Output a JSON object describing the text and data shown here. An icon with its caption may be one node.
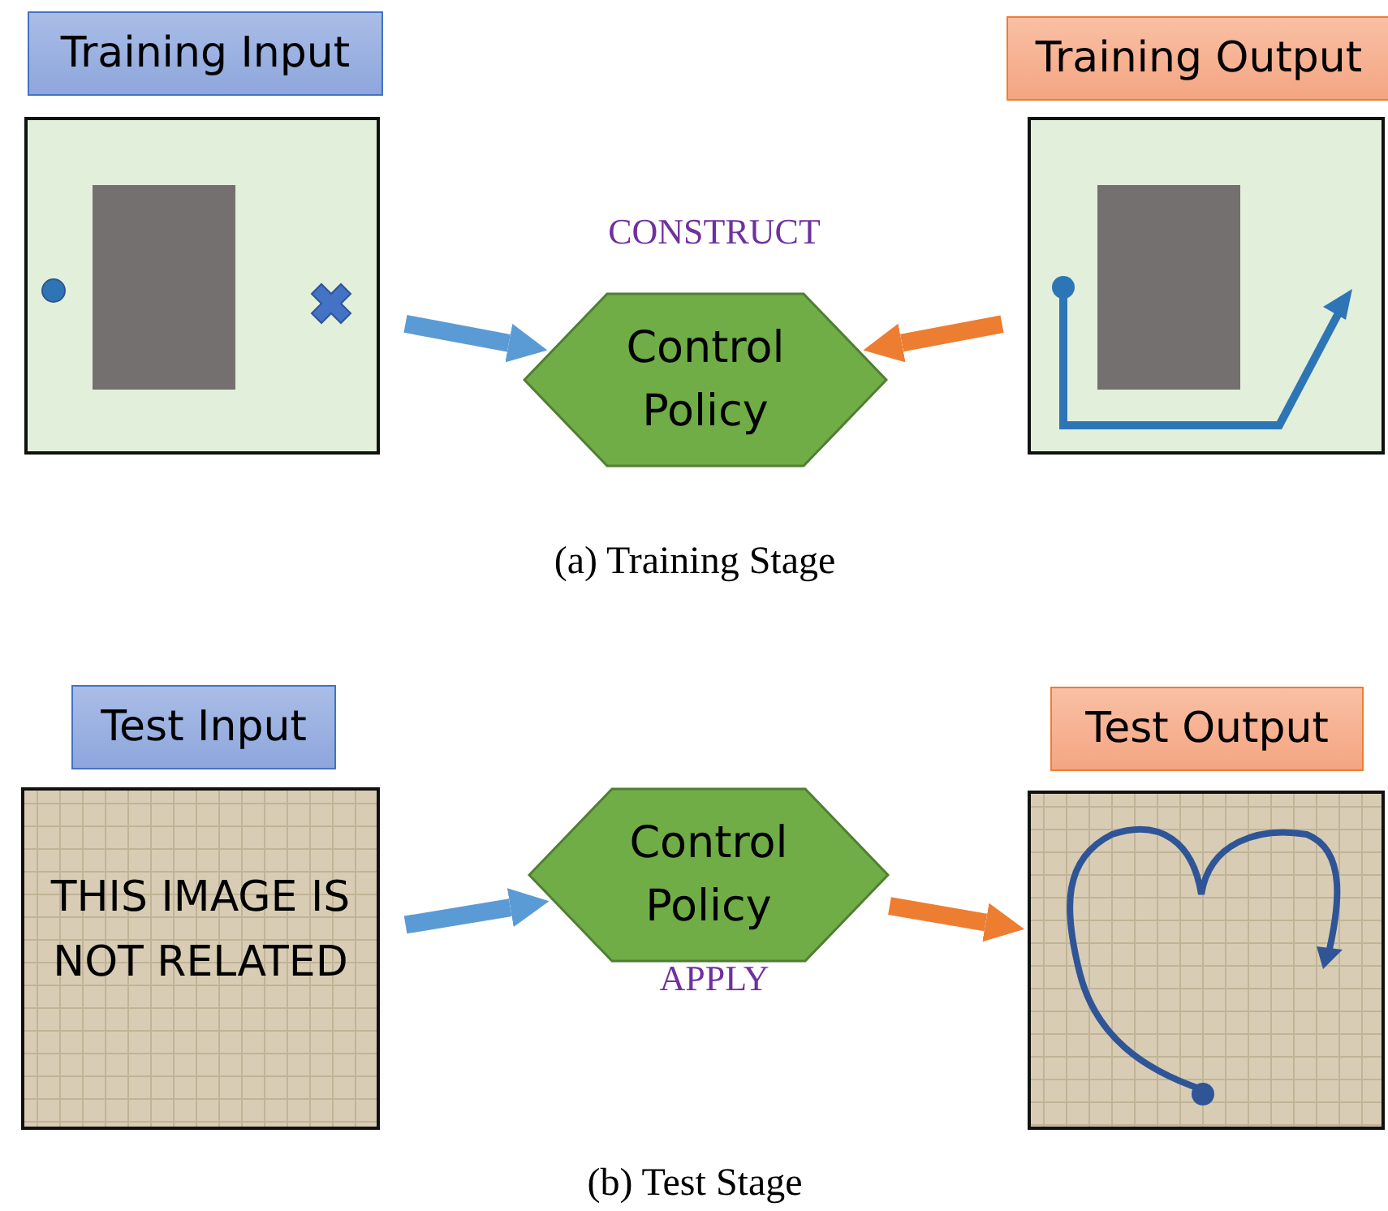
{
  "diagram": {
    "nodes": [
      {
        "text": [
          "Training Input"
        ]
      },
      {
        "text": [
          "Control Policy"
        ],
        "beside": [
          "CONSTRUCT"
        ]
      },
      {
        "text": [
          "Training Output"
        ]
      },
      {
        "text": [
          "Test Input",
          "THIS IMAGE IS NOT RELATED"
        ]
      },
      {
        "text": [
          "Control Policy"
        ],
        "beside": [
          "APPLY"
        ]
      },
      {
        "text": [
          "Test Output"
        ]
      }
    ],
    "edges": [
      {
        "from": 0,
        "to": 1,
        "arrow": "to",
        "color": "#5b9bd5"
      },
      {
        "from": 2,
        "to": 1,
        "arrow": "to",
        "color": "#ed7d31"
      },
      {
        "from": 3,
        "to": 4,
        "arrow": "to",
        "color": "#5b9bd5"
      },
      {
        "from": 4,
        "to": 5,
        "arrow": "to",
        "color": "#ed7d31"
      }
    ],
    "labels": [
      "(a) Training Stage",
      "(b) Test Stage"
    ]
  }
}
